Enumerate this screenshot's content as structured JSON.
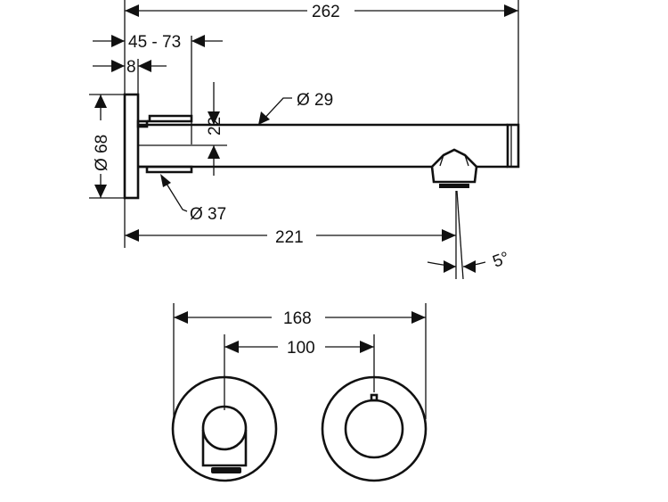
{
  "dimensions": {
    "overall_length": "262",
    "wall_depth_range": "45 - 73",
    "plate_thickness": "8",
    "plate_diameter": "Ø 68",
    "spout_height": "22",
    "spout_diameter": "Ø 29",
    "sleeve_diameter": "Ø 37",
    "projection": "221",
    "spray_angle": "5°",
    "rosette_spacing_outer": "168",
    "rosette_spacing_centers": "100"
  }
}
